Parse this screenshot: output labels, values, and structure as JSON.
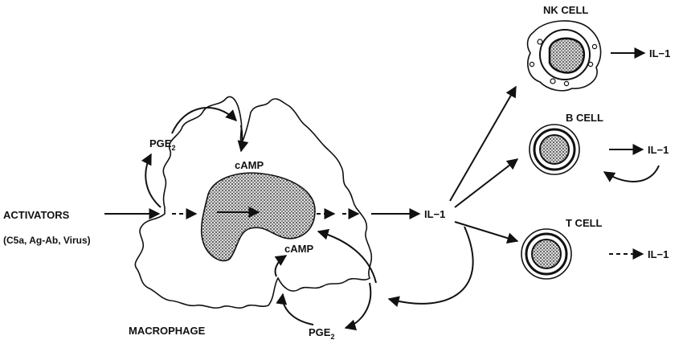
{
  "labels": {
    "activators": "ACTIVATORS",
    "activators_detail": "(C5a, Ag-Ab, Virus)",
    "pge2_top": "PGE",
    "pge2_bottom": "PGE",
    "pge2_subscript": "2",
    "camp_top": "cAMP",
    "camp_bottom": "cAMP",
    "macrophage": "MACROPHAGE",
    "il1_center": "IL−1"
  },
  "cells": [
    {
      "name": "NK CELL",
      "output": "IL−1",
      "output_style": "solid"
    },
    {
      "name": "B CELL",
      "output": "IL−1",
      "output_style": "solid"
    },
    {
      "name": "T CELL",
      "output": "IL−1",
      "output_style": "dashed"
    }
  ],
  "colors": {
    "ink": "#111111",
    "background": "#ffffff"
  }
}
